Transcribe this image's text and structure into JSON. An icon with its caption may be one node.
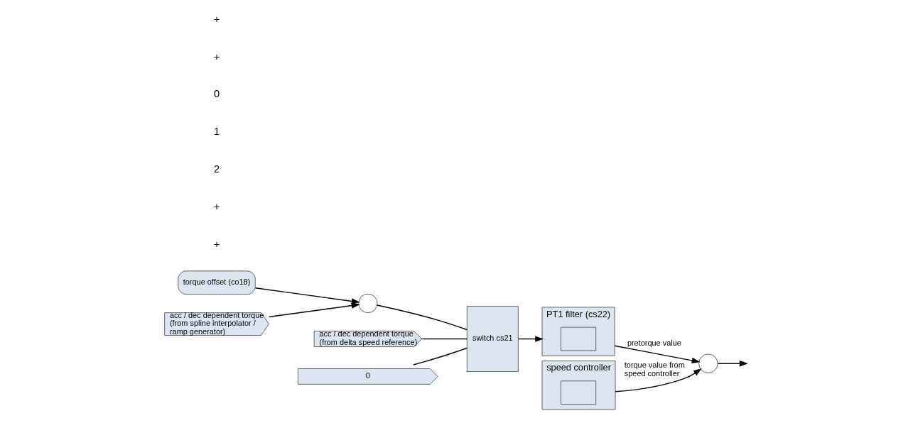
{
  "diagram": {
    "nodes": [
      {
        "text": [
          "torque offset (co18)"
        ]
      },
      {
        "text": [
          "acc / dec dependent torque (from spline interpolator / ramp generator)"
        ]
      },
      {
        "text": [],
        "shape": "circle"
      },
      {
        "text": [
          "acc / dec dependent torque (from delta speed reference)"
        ]
      },
      {
        "text": [
          "0"
        ]
      },
      {
        "text": [
          "switch cs21"
        ]
      },
      {
        "text": [
          "PT1 filter (cs22)"
        ]
      },
      {
        "text": [],
        "shape": "box",
        "in": 6
      },
      {
        "text": [],
        "shape": "circle"
      },
      {
        "text": [
          "speed controller"
        ]
      },
      {
        "text": [],
        "shape": "box",
        "in": 9
      }
    ],
    "edges": [
      {
        "from": 0,
        "to": 2,
        "arrow": "to"
      },
      {
        "from": 1,
        "to": 2,
        "arrow": "to"
      },
      {
        "from": 2,
        "to": 5,
        "arrow": "none"
      },
      {
        "from": 3,
        "to": 5,
        "arrow": "none"
      },
      {
        "from": 4,
        "to": 5,
        "arrow": "none"
      },
      {
        "from": 5,
        "to": 6,
        "arrow": "to"
      },
      {
        "from": 6,
        "to": 8,
        "arrow": "to",
        "label": "pretorque value"
      },
      {
        "from": 9,
        "to": 8,
        "arrow": "to",
        "label": "torque value from speed controller"
      },
      {
        "from": 8,
        "to": null,
        "arrow": "to"
      }
    ],
    "labels": [
      "+",
      "+",
      "2",
      "1",
      "0",
      "+",
      "+"
    ]
  }
}
